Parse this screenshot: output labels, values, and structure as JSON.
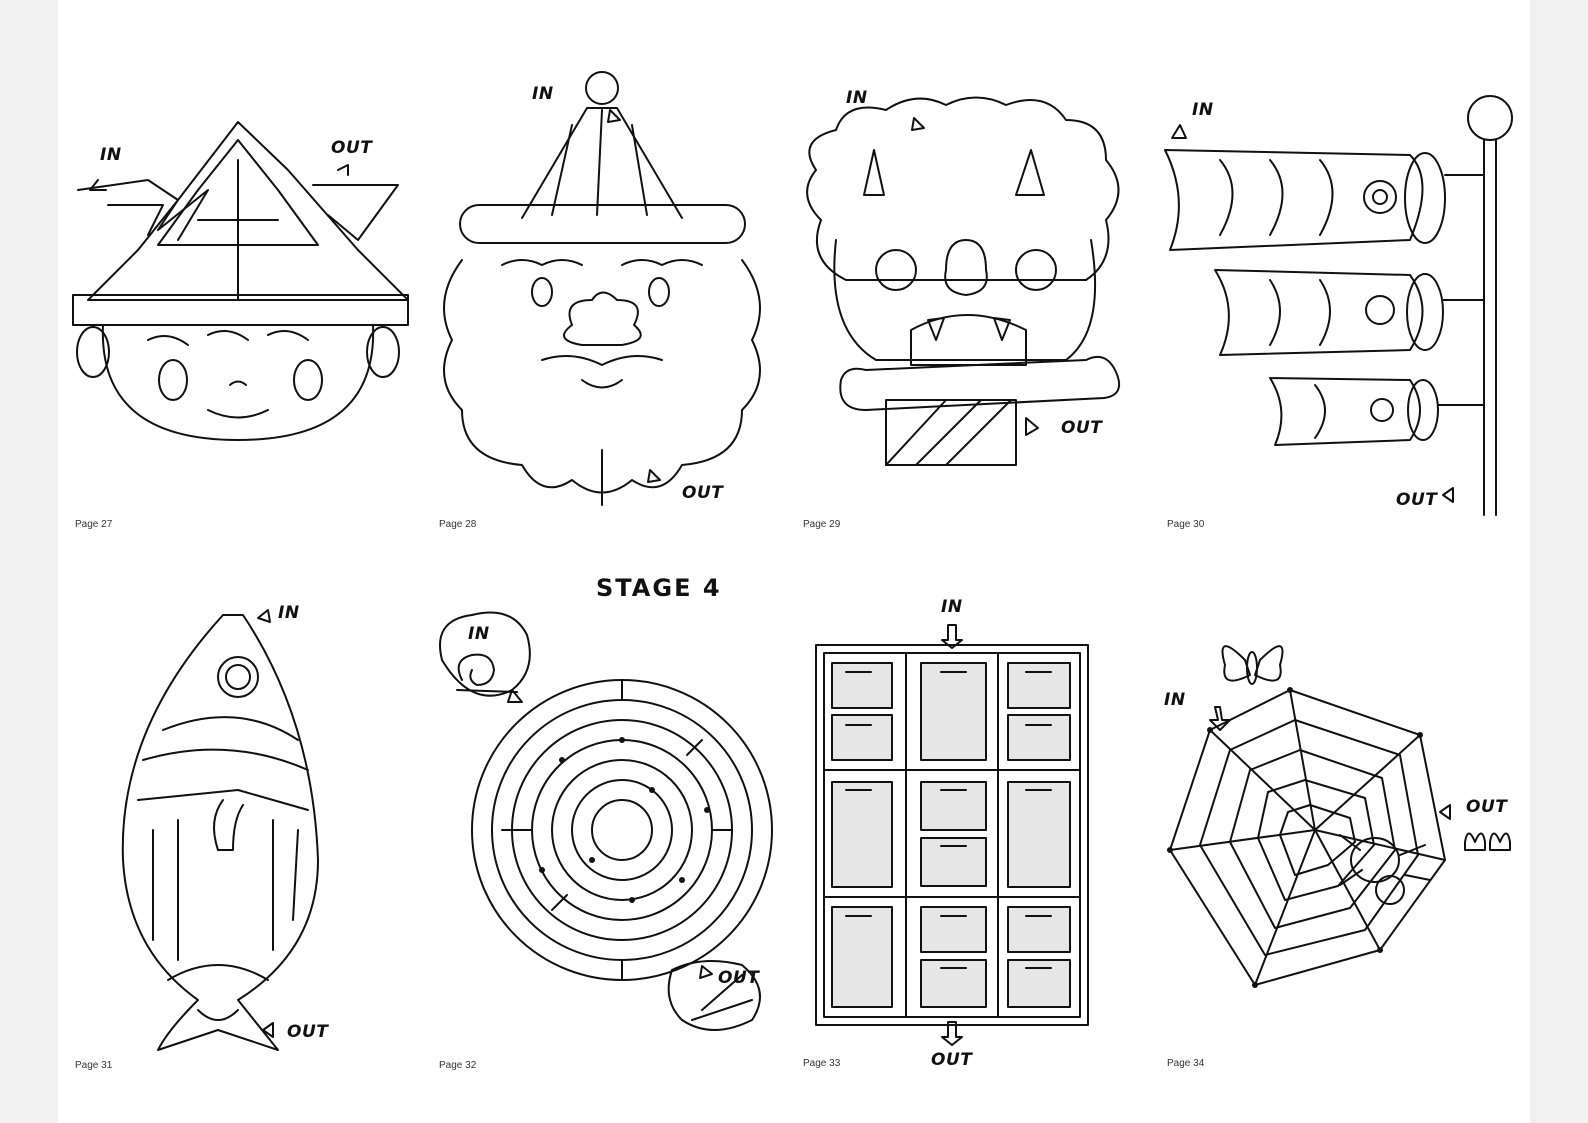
{
  "heading": {
    "stage": "STAGE 4"
  },
  "labels": {
    "in": "IN",
    "out": "OUT"
  },
  "pages": [
    {
      "label": "Page 27",
      "subject": "boy-samurai-helmet"
    },
    {
      "label": "Page 28",
      "subject": "bearded-old-man-hat"
    },
    {
      "label": "Page 29",
      "subject": "oni-demon-with-club"
    },
    {
      "label": "Page 30",
      "subject": "carp-streamers-pole"
    },
    {
      "label": "Page 31",
      "subject": "fish"
    },
    {
      "label": "Page 32",
      "subject": "spiral-snail-leaf"
    },
    {
      "label": "Page 33",
      "subject": "drawer-cabinet"
    },
    {
      "label": "Page 34",
      "subject": "spider-web-butterfly"
    }
  ],
  "colors": {
    "line": "#111111",
    "drawer_fill": "#e6e6e6",
    "paper": "#ffffff",
    "background": "#f1f1f1"
  }
}
